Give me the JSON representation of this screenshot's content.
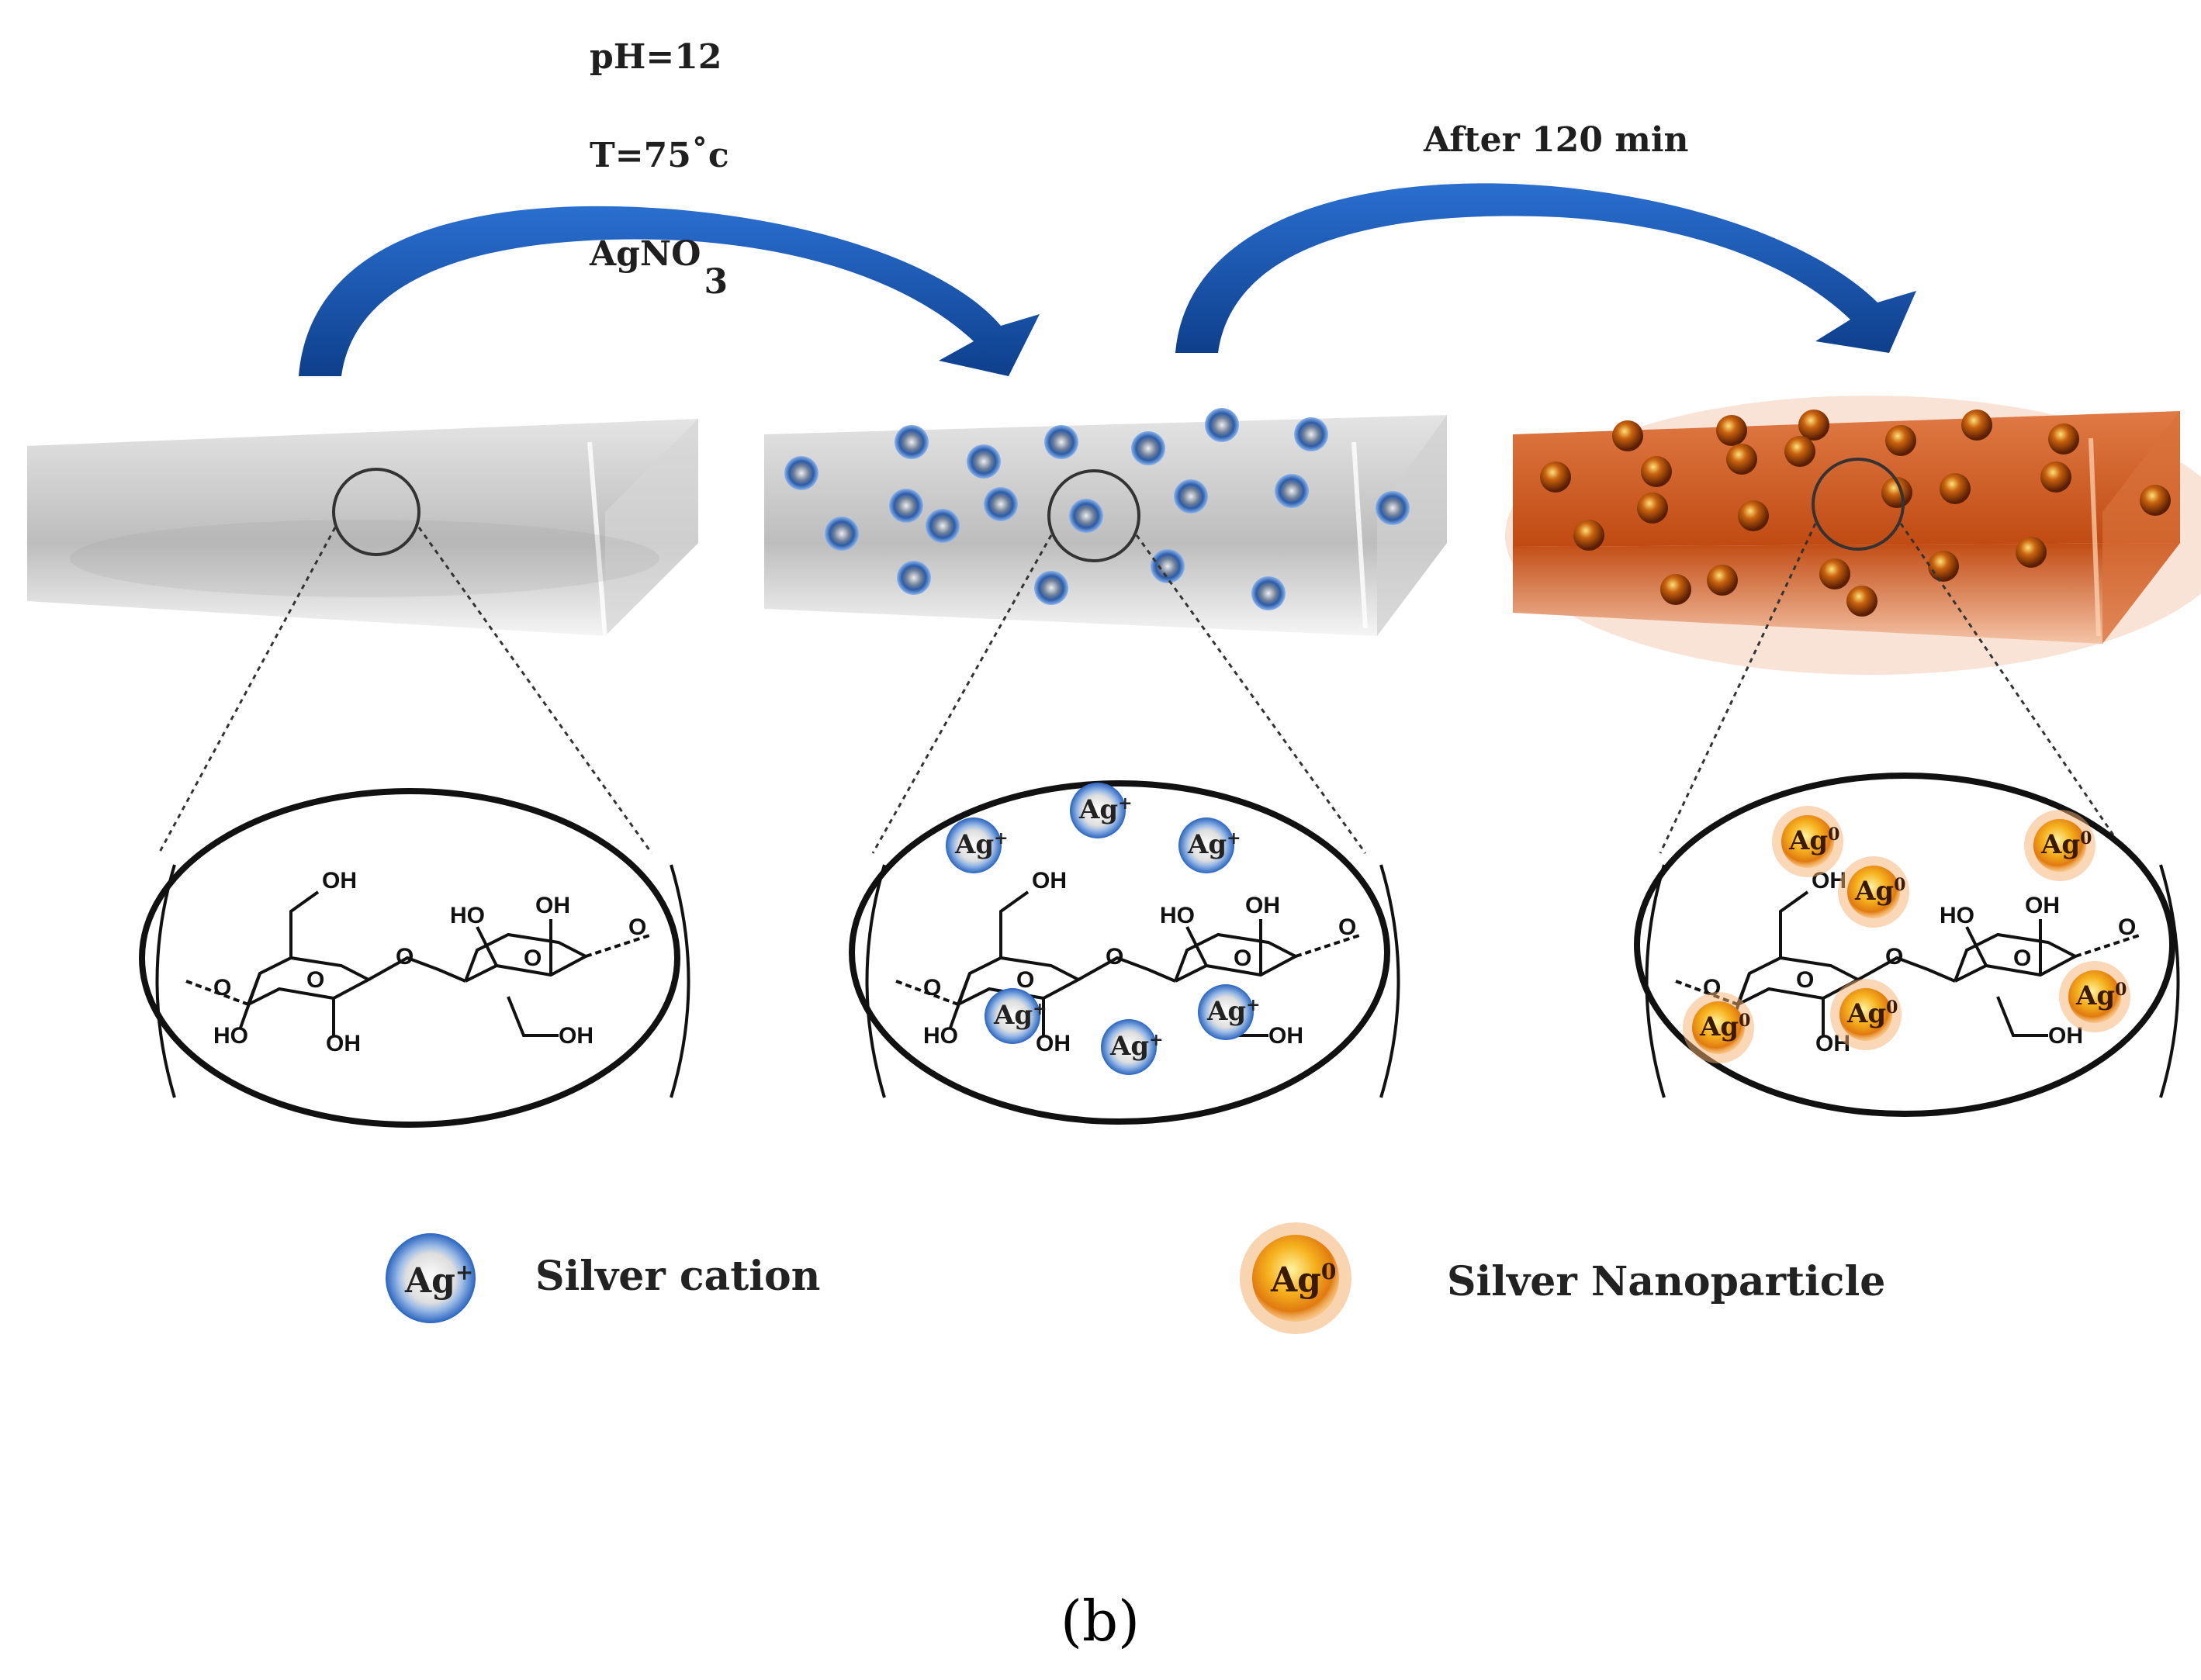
{
  "conditions": {
    "ph": "pH=12",
    "temperature": "T=75˚c",
    "reagent": "AgNO",
    "reagent_subscript": "3"
  },
  "time_label": "After  120 min",
  "molecule_labels": {
    "oh": "OH",
    "ho": "HO",
    "o": "O"
  },
  "ion_symbol": "Ag",
  "ion_charge": "+",
  "np_symbol": "Ag",
  "np_charge": "0",
  "legend": {
    "cation_label": "Silver cation",
    "nanoparticle_label": "Silver Nanoparticle"
  },
  "caption": "(b)",
  "colors": {
    "arrow": "#1c5cb8",
    "slab_gray": "#c8c8c8",
    "ion_blue": "#3d7ed8",
    "slab_orange": "#c8501a",
    "np_orange": "#f0a020"
  }
}
